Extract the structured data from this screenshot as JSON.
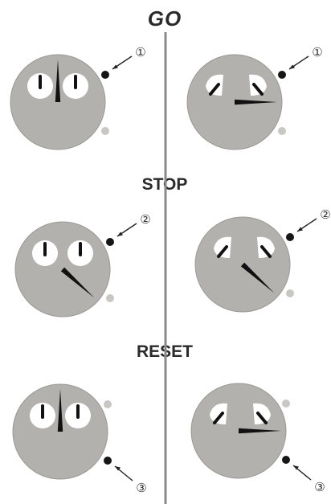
{
  "sections": [
    {
      "title": "GO",
      "watches": [
        {
          "crown_top_label": "①",
          "crown_bottom_label": "",
          "hand_seconds": 0,
          "style": "round-dials"
        },
        {
          "crown_top_label": "①",
          "crown_bottom_label": "",
          "hand_seconds": 15,
          "style": "wing-dials"
        }
      ]
    },
    {
      "title": "STOP",
      "watches": [
        {
          "crown_top_label": "②",
          "crown_bottom_label": "",
          "hand_seconds": 22,
          "style": "round-dials"
        },
        {
          "crown_top_label": "②",
          "crown_bottom_label": "",
          "hand_seconds": 22,
          "style": "wing-dials"
        }
      ]
    },
    {
      "title": "RESET",
      "watches": [
        {
          "crown_top_label": "",
          "crown_bottom_label": "③",
          "hand_seconds": 0,
          "style": "round-dials"
        },
        {
          "crown_top_label": "",
          "crown_bottom_label": "③",
          "hand_seconds": 15,
          "style": "wing-dials"
        }
      ]
    }
  ],
  "colors": {
    "dial": "#b3b1ae",
    "dial_edge": "#9a9895",
    "hand": "#111111",
    "crown_active": "#161616",
    "crown_inactive": "#c9c7c4",
    "divider": "#8a8a8a"
  }
}
